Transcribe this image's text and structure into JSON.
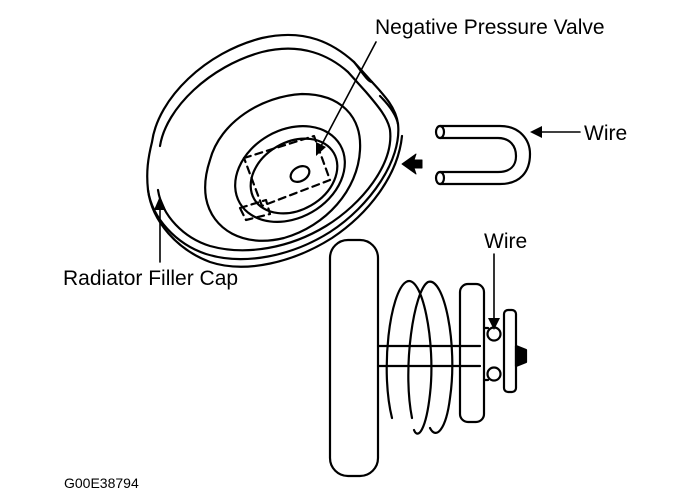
{
  "labels": {
    "negative_pressure_valve": "Negative Pressure Valve",
    "wire_upper": "Wire",
    "wire_lower": "Wire",
    "radiator_filler_cap": "Radiator Filler Cap"
  },
  "figure_code": "G00E38794",
  "colors": {
    "line": "#000000",
    "background": "#ffffff"
  }
}
